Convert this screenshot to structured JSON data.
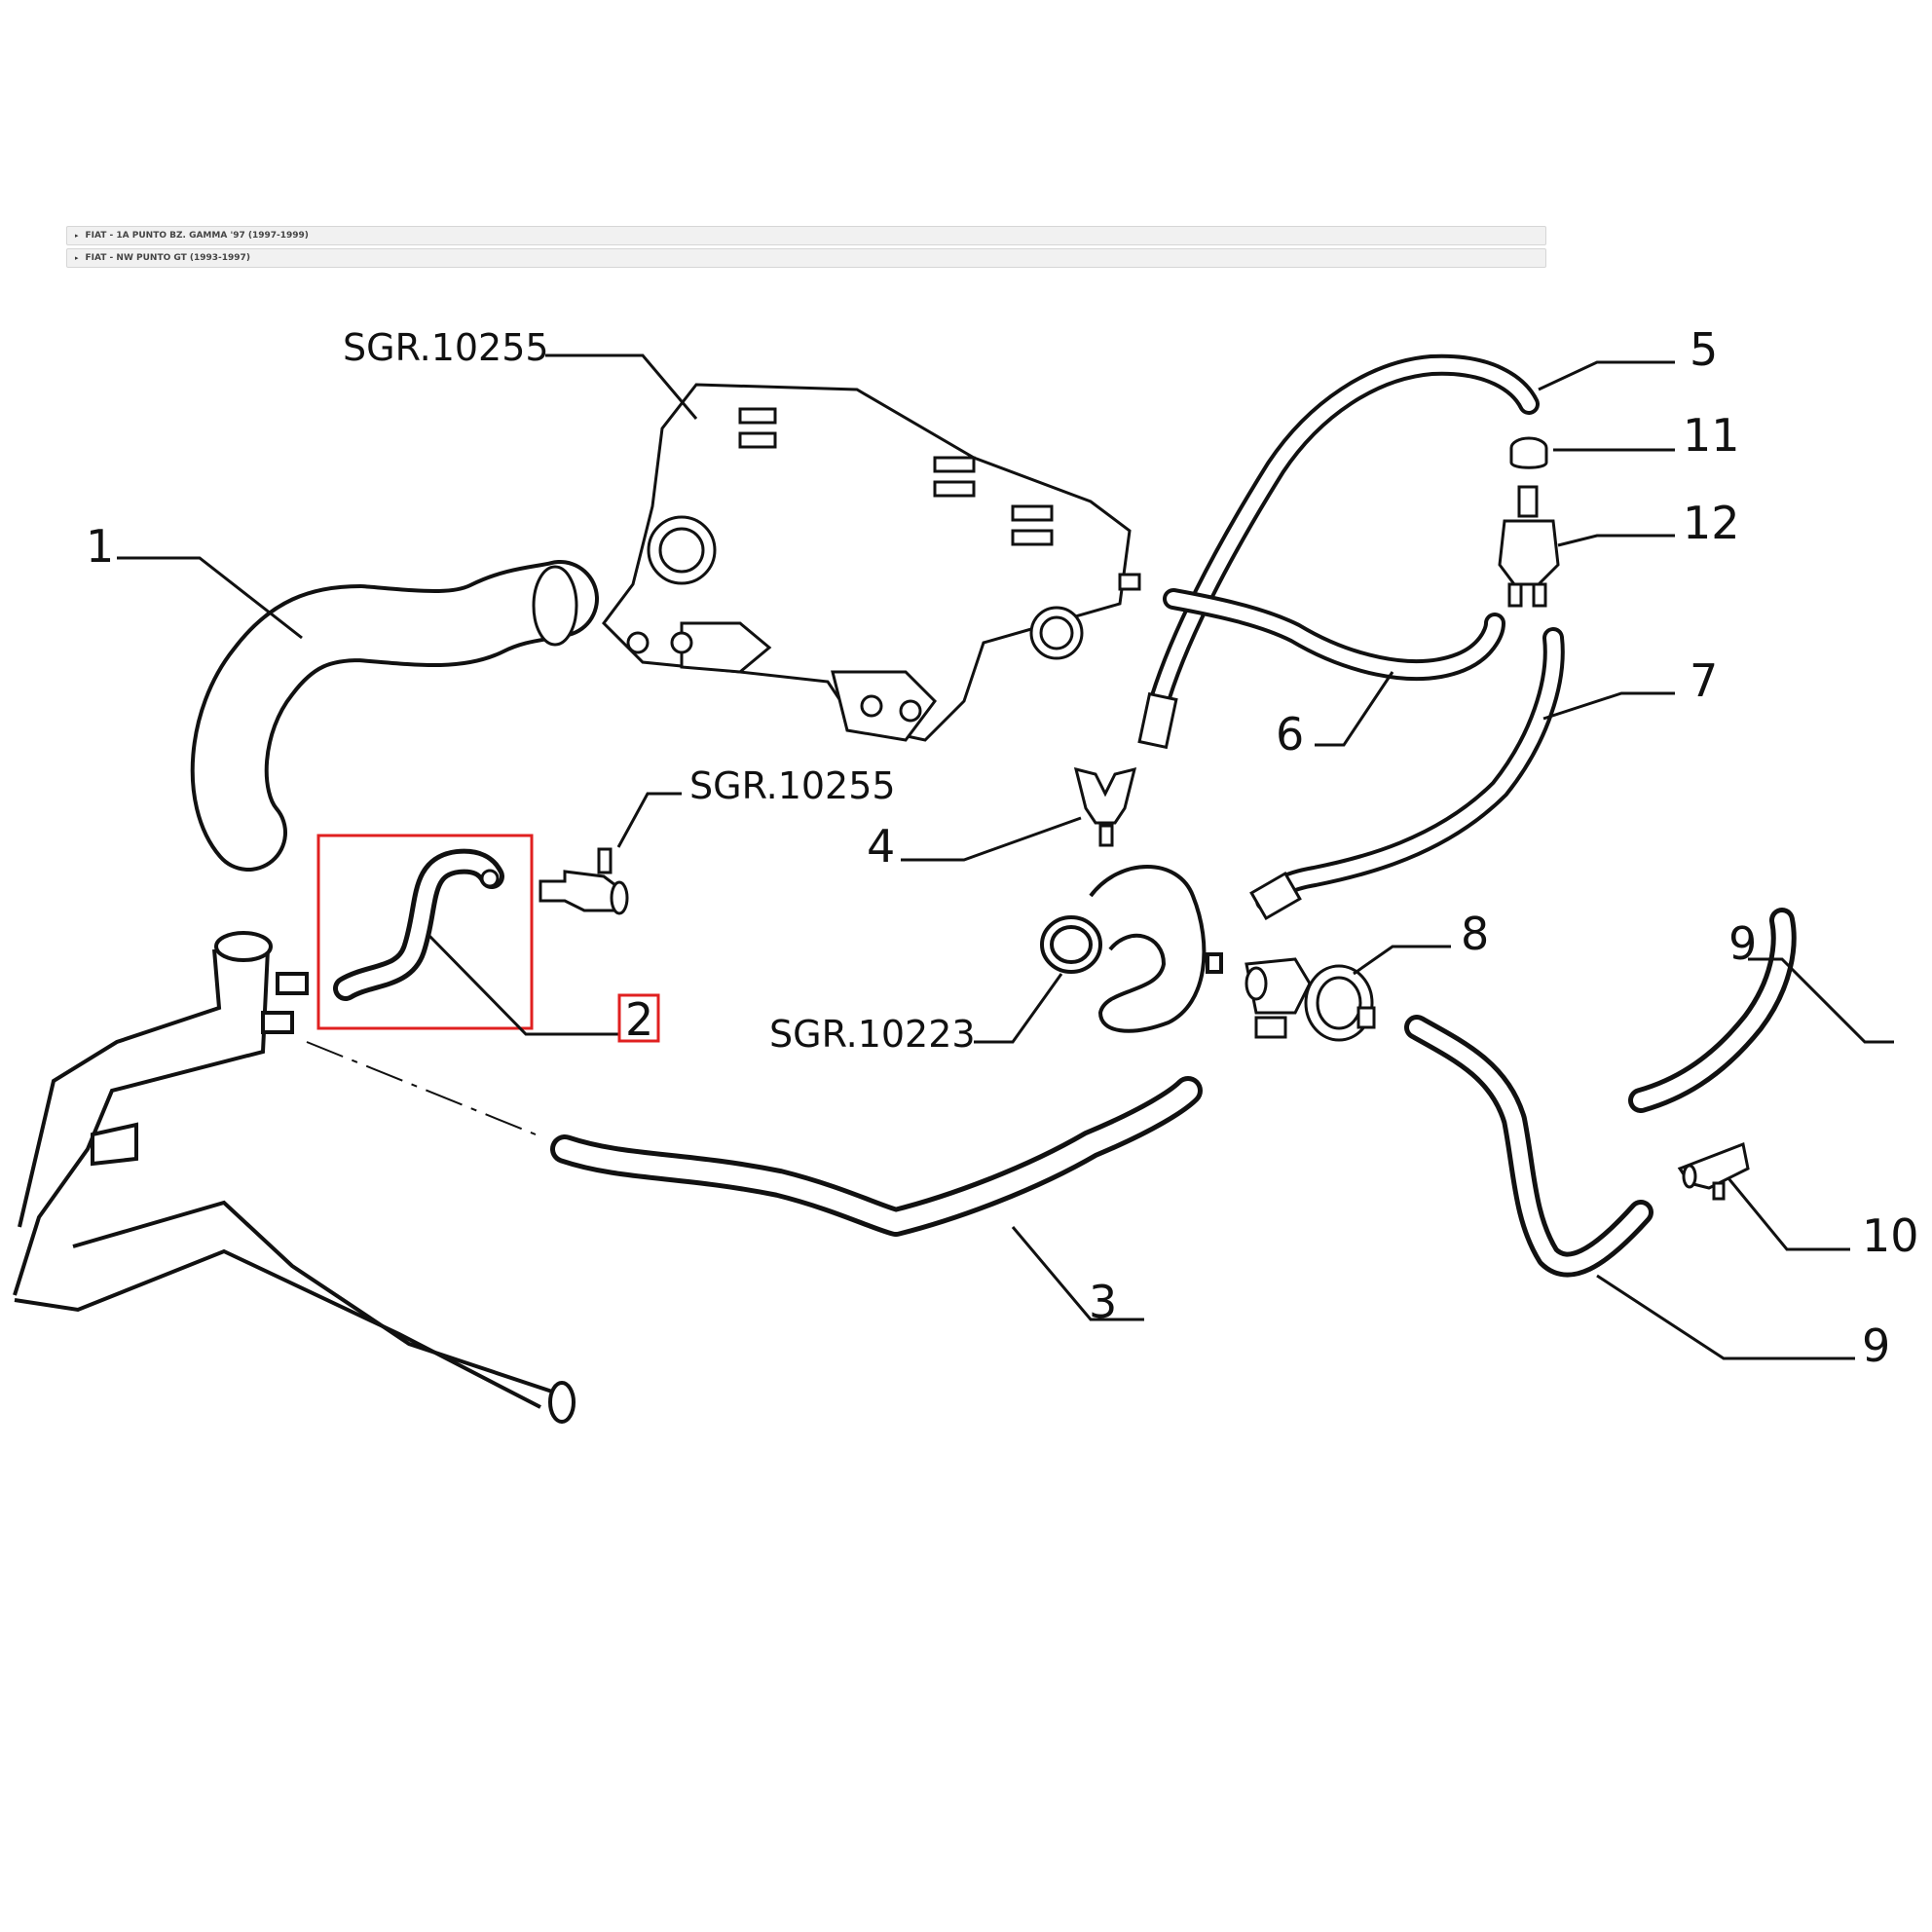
{
  "catalog_bars": [
    {
      "caret": "▸",
      "label": "FIAT - 1A PUNTO BZ. GAMMA '97 (1997-1999)"
    },
    {
      "caret": "▸",
      "label": "FIAT - NW PUNTO GT (1993-1997)"
    }
  ],
  "callouts": {
    "sgr_top": "SGR.10255",
    "sgr_mid": "SGR.10255",
    "sgr_low": "SGR.10223",
    "n1": "1",
    "n2": "2",
    "n3": "3",
    "n4": "4",
    "n5": "5",
    "n6": "6",
    "n7": "7",
    "n8": "8",
    "n9a": "9",
    "n9b": "9",
    "n10": "10",
    "n11": "11",
    "n12": "12"
  },
  "highlight_color": "#e02020"
}
